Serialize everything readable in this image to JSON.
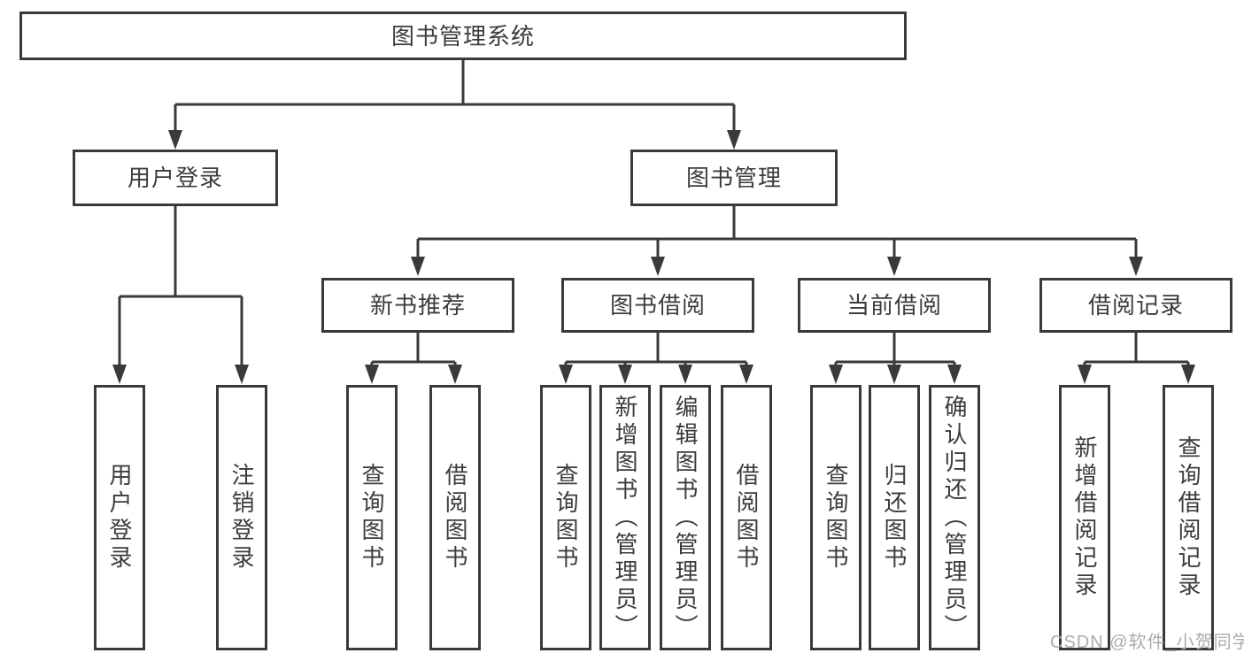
{
  "diagram": {
    "tree": {
      "label": "图书管理系统",
      "children": [
        {
          "label": "用户登录",
          "children": [
            {
              "label": "用户登录"
            },
            {
              "label": "注销登录"
            }
          ]
        },
        {
          "label": "图书管理",
          "children": [
            {
              "label": "新书推荐",
              "children": [
                {
                  "label": "查询图书"
                },
                {
                  "label": "借阅图书"
                }
              ]
            },
            {
              "label": "图书借阅",
              "children": [
                {
                  "label": "查询图书"
                },
                {
                  "label": "新增图书（管理员）"
                },
                {
                  "label": "编辑图书（管理员）"
                },
                {
                  "label": "借阅图书"
                }
              ]
            },
            {
              "label": "当前借阅",
              "children": [
                {
                  "label": "查询图书"
                },
                {
                  "label": "归还图书"
                },
                {
                  "label": "确认归还（管理员）"
                }
              ]
            },
            {
              "label": "借阅记录",
              "children": [
                {
                  "label": "新增借阅记录"
                },
                {
                  "label": "查询借阅记录"
                }
              ]
            }
          ]
        }
      ]
    },
    "colors": {
      "line": "#3a3a3a",
      "box_border": "#3a3a3a",
      "box_background": "#ffffff",
      "text": "#3c3c3c",
      "watermark": "#acacac",
      "page_background": "#ffffff"
    }
  },
  "watermark": {
    "text": "CSDN @软件_小贺同学"
  }
}
